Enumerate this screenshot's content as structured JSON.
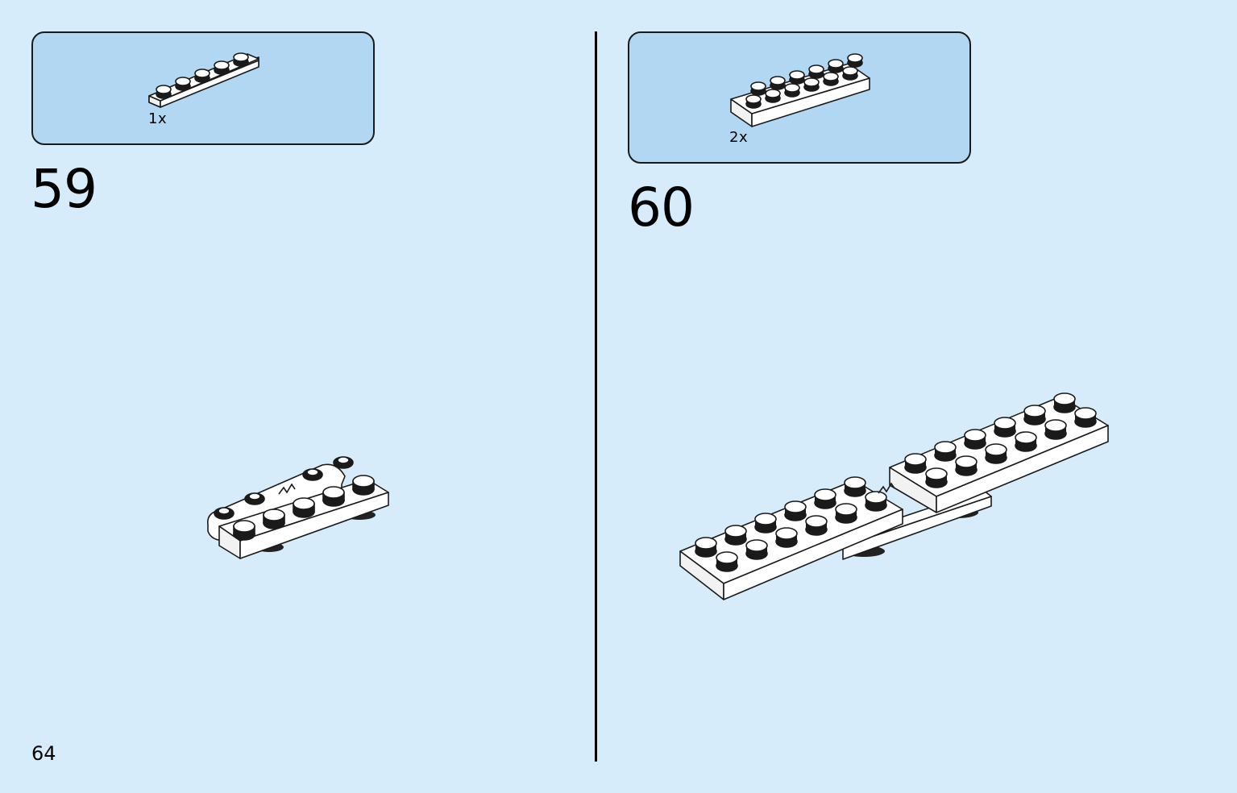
{
  "page": {
    "number": "64"
  },
  "steps": [
    {
      "number": "59",
      "parts": [
        {
          "quantity": "1x",
          "part": "white-plate-1x6-icon"
        }
      ]
    },
    {
      "number": "60",
      "parts": [
        {
          "quantity": "2x",
          "part": "white-plate-2x6-icon"
        }
      ]
    }
  ],
  "colors": {
    "background": "#d6ecfa",
    "parts_box": "#b2d7f3",
    "brick": "#ffffff",
    "outline": "#1a1a1a"
  }
}
